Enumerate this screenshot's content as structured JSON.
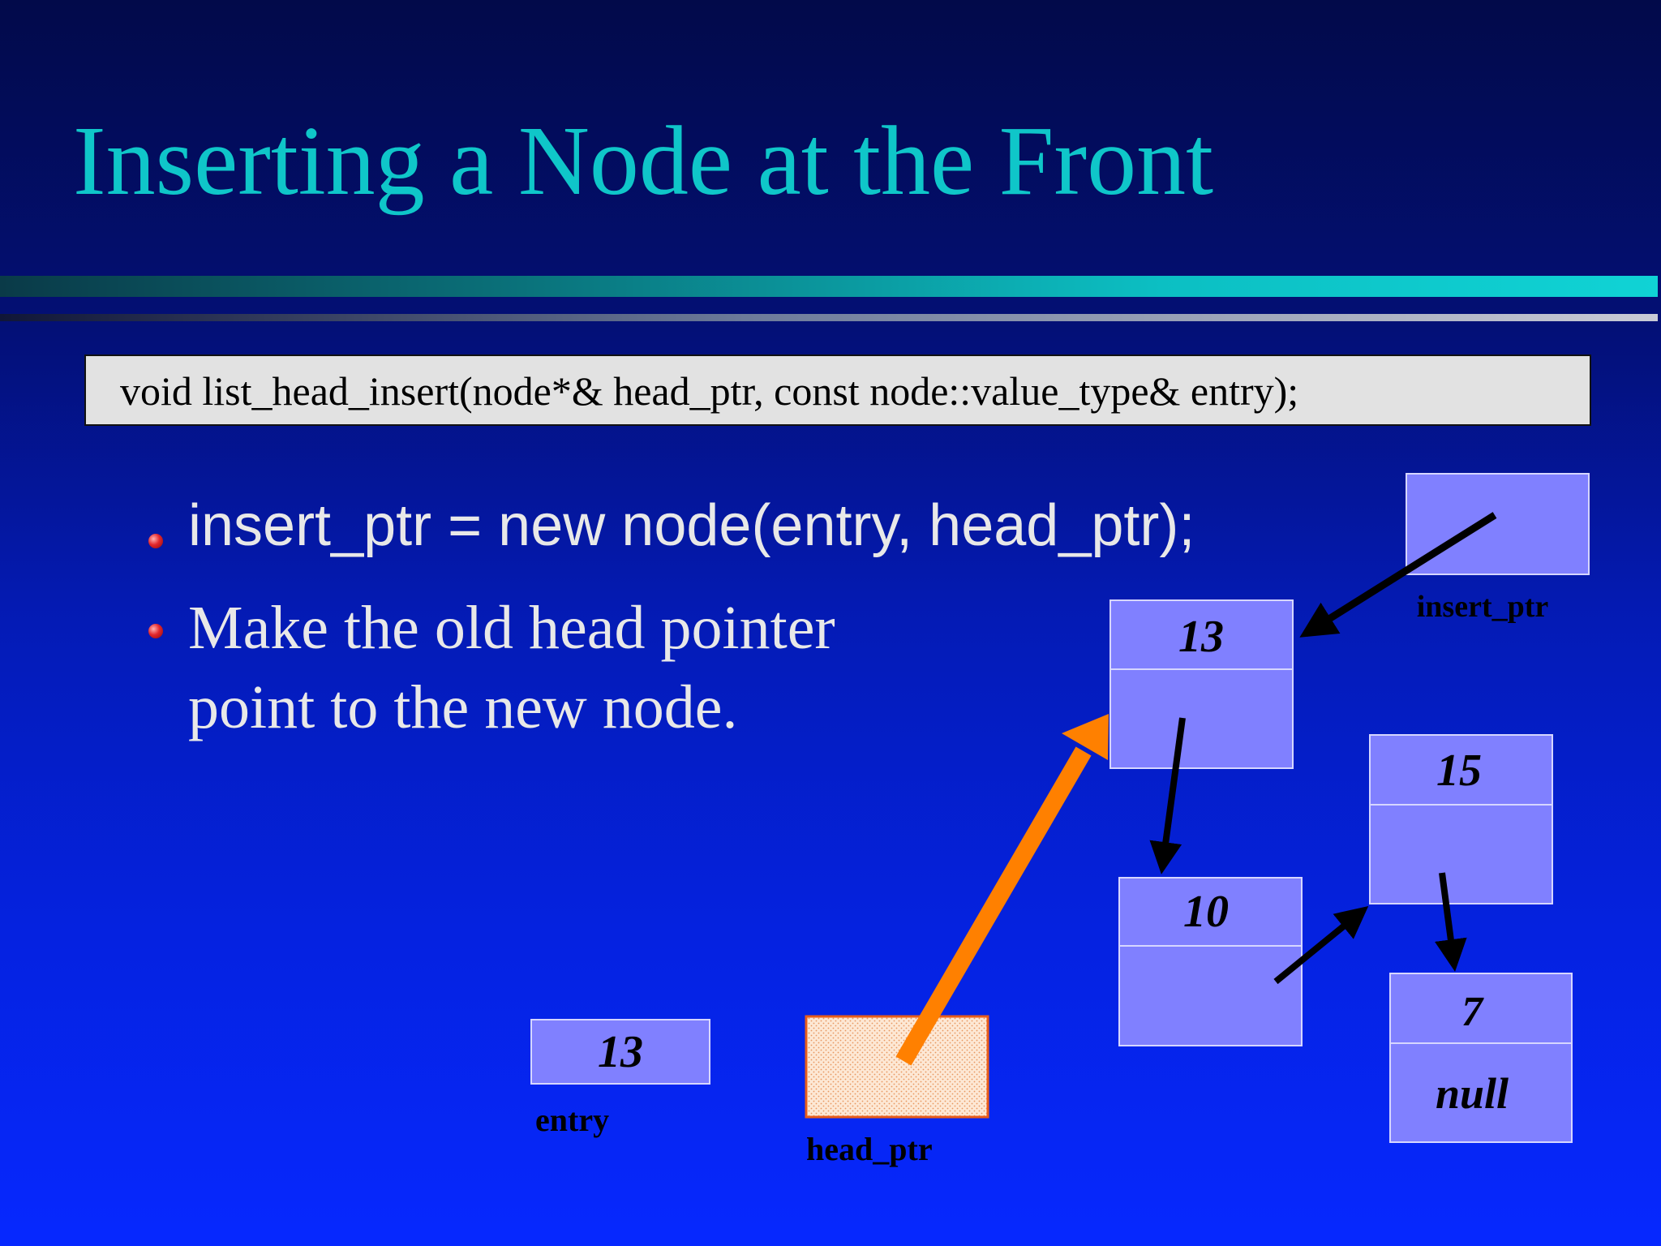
{
  "slide": {
    "title": "Inserting a Node at the Front",
    "code_signature": "void list_head_insert(node*& head_ptr, const node::value_type& entry);",
    "bullets": [
      {
        "text": "insert_ptr = new node(entry, head_ptr);"
      },
      {
        "lines": [
          "Make the old head pointer",
          "point to the new node."
        ]
      }
    ]
  },
  "diagram": {
    "nodes": {
      "new_node": {
        "data": "13",
        "link": ""
      },
      "node_10": {
        "data": "10",
        "link": ""
      },
      "node_15": {
        "data": "15",
        "link": ""
      },
      "node_7": {
        "data": "7",
        "link": "null"
      }
    },
    "variables": {
      "entry": {
        "value": "13",
        "label": "entry"
      },
      "head_ptr": {
        "label": "head_ptr"
      },
      "insert_ptr": {
        "label": "insert_ptr"
      }
    },
    "colors": {
      "node_fill": "#8080ff",
      "head_ptr_fill": "#fde8d5",
      "head_ptr_border": "#e85c1a",
      "highlight_arrow": "#ff8000",
      "arrow": "#000000"
    }
  }
}
